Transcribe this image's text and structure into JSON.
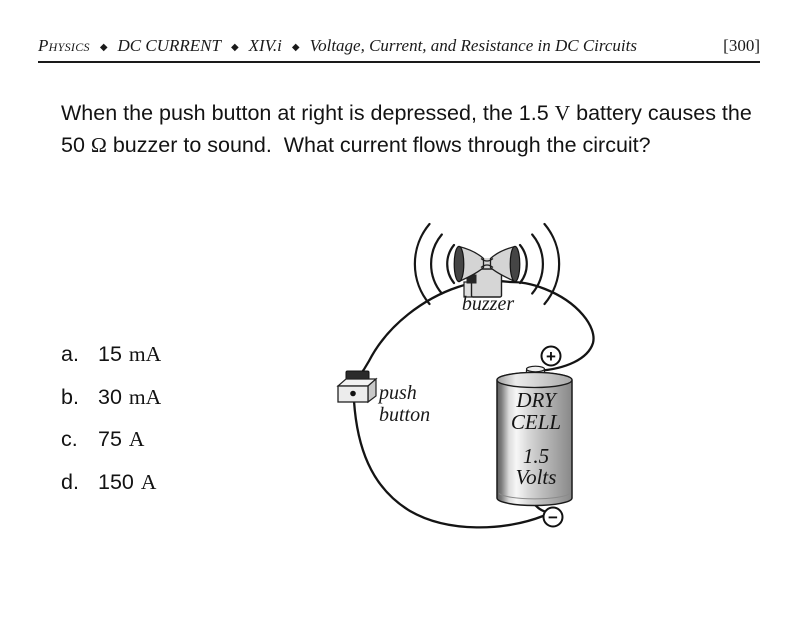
{
  "header": {
    "course": "Physics",
    "unit": "DC CURRENT",
    "section": "XIV.i",
    "title": "Voltage, Current, and Resistance in DC Circuits",
    "separator": "◆",
    "page_number": "[300]"
  },
  "question": {
    "line1_pre": "When the push button at right is depressed, the 1.5 ",
    "line1_unit": "V",
    "line1_post": " battery causes the",
    "line2_pre": "50 ",
    "line2_omega": "Ω",
    "line2_post": " buzzer to sound.  What current flows through the circuit?"
  },
  "choices": [
    {
      "letter": "a.",
      "value": "15",
      "unit": "mA"
    },
    {
      "letter": "b.",
      "value": "30",
      "unit": "mA"
    },
    {
      "letter": "c.",
      "value": "75",
      "unit": "A"
    },
    {
      "letter": "d.",
      "value": "150",
      "unit": "A"
    }
  ],
  "figure": {
    "buzzer_label": "buzzer",
    "push_button_label_line1": "push",
    "push_button_label_line2": "button",
    "battery_line1": "DRY",
    "battery_line2": "CELL",
    "battery_line3": "1.5",
    "battery_line4": "Volts",
    "positive_terminal": "+",
    "negative_terminal": "−",
    "colors": {
      "ink": "#141414",
      "component_fill": "#d6d6d6",
      "metal_highlight": "#f7f7f7",
      "metal_shadow": "#5e5e5e"
    }
  }
}
